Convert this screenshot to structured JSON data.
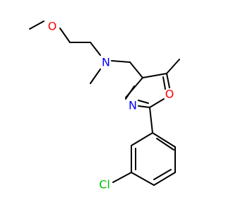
{
  "molecule": {
    "atoms": {
      "o_methoxy": {
        "label": "O",
        "color": "#ff0000"
      },
      "n_amine": {
        "label": "N",
        "color": "#0000ff"
      },
      "n_ring": {
        "label": "N",
        "color": "#0000ff"
      },
      "o_ring": {
        "label": "O",
        "color": "#ff0000"
      },
      "cl": {
        "label": "Cl",
        "color": "#00c000"
      }
    },
    "bond_color": "#000000"
  }
}
